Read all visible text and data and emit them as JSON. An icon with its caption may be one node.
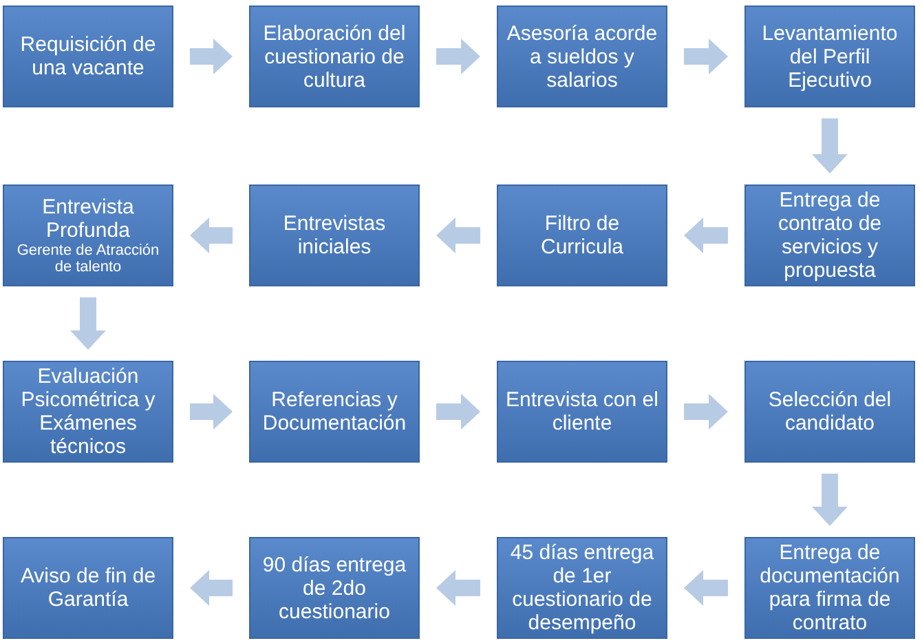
{
  "diagram": {
    "nodes": [
      {
        "text": [
          "Requisición de una vacante"
        ]
      },
      {
        "text": [
          "Elaboración del cuestionario de cultura"
        ]
      },
      {
        "text": [
          "Asesoría acorde a sueldos y salarios"
        ]
      },
      {
        "text": [
          "Levantamiento del Perfil Ejecutivo"
        ]
      },
      {
        "text": [
          "Entrega de contrato de servicios y propuesta"
        ]
      },
      {
        "text": [
          "Filtro de Curricula"
        ]
      },
      {
        "text": [
          "Entrevistas iniciales"
        ]
      },
      {
        "text": [
          "Entrevista Profunda",
          "Gerente de Atracción de talento"
        ]
      },
      {
        "text": [
          "Evaluación Psicométrica y Exámenes técnicos"
        ]
      },
      {
        "text": [
          "Referencias y Documentación"
        ]
      },
      {
        "text": [
          "Entrevista con el cliente"
        ]
      },
      {
        "text": [
          "Selección del candidato"
        ]
      },
      {
        "text": [
          "Entrega de documentación para firma de contrato"
        ]
      },
      {
        "text": [
          "45 días entrega de 1er cuestionario de desempeño"
        ]
      },
      {
        "text": [
          "90 días entrega de 2do cuestionario"
        ]
      },
      {
        "text": [
          "Aviso de fin de Garantía"
        ]
      }
    ],
    "edges": [
      {
        "from": 0,
        "to": 1,
        "arrow": "to"
      },
      {
        "from": 1,
        "to": 2,
        "arrow": "to"
      },
      {
        "from": 2,
        "to": 3,
        "arrow": "to"
      },
      {
        "from": 3,
        "to": 4,
        "arrow": "to"
      },
      {
        "from": 4,
        "to": 5,
        "arrow": "to"
      },
      {
        "from": 5,
        "to": 6,
        "arrow": "to"
      },
      {
        "from": 6,
        "to": 7,
        "arrow": "to"
      },
      {
        "from": 7,
        "to": 8,
        "arrow": "to"
      },
      {
        "from": 8,
        "to": 9,
        "arrow": "to"
      },
      {
        "from": 9,
        "to": 10,
        "arrow": "to"
      },
      {
        "from": 10,
        "to": 11,
        "arrow": "to"
      },
      {
        "from": 11,
        "to": 12,
        "arrow": "to"
      },
      {
        "from": 12,
        "to": 13,
        "arrow": "to"
      },
      {
        "from": 13,
        "to": 14,
        "arrow": "to"
      },
      {
        "from": 14,
        "to": 15,
        "arrow": "to"
      }
    ]
  }
}
